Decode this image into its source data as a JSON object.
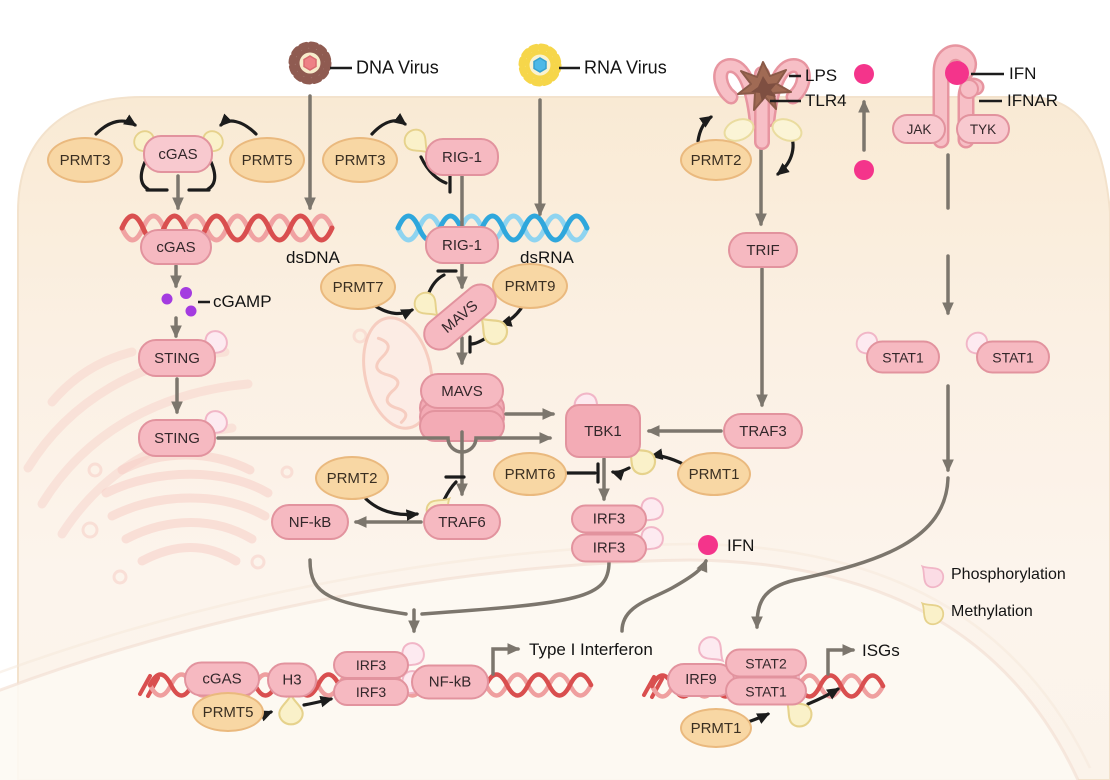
{
  "palette": {
    "cell_fill": "#faecd8",
    "box_pink": "#f6b9c1",
    "box_border": "#e2939e",
    "oval_tan": "#f8d7a4",
    "oval_border": "#eab97e",
    "arrow_gray": "#7c766d",
    "arrow_black": "#1c1c1c",
    "dna_red": "#d94f4f",
    "rna_blue": "#2fa7dc",
    "cgamp_purple": "#a43be0",
    "ifn_pink": "#f4348b",
    "phosphorylation_drop": "#fbdce5",
    "methylation_drop": "#faf1c9",
    "dna_virus_capsid": "#8f5b51",
    "rna_virus_capsid": "#f6d64a"
  },
  "viruses": {
    "dna": "DNA Virus",
    "rna": "RNA Virus"
  },
  "annotations": {
    "dsdna": "dsDNA",
    "dsrna": "dsRNA",
    "cgamp": "cGAMP",
    "lps": "LPS",
    "tlr4": "TLR4",
    "ifn_receptor": "IFN",
    "ifnar": "IFNAR",
    "ifn_nuclear": "IFN",
    "type1_interferon": "Type I Interferon",
    "isgs": "ISGs"
  },
  "legend": {
    "phosphorylation": "Phosphorylation",
    "methylation": "Methylation"
  },
  "nodes": {
    "prmt3_cgas": "PRMT3",
    "cgas_sensor": "cGAS",
    "prmt5_cgas": "PRMT5",
    "cgas_dna": "cGAS",
    "sting_er": "STING",
    "sting_golgi": "STING",
    "prmt3_rig": "PRMT3",
    "rig1_sensor": "RIG-1",
    "rig1_rna": "RIG-1",
    "prmt7": "PRMT7",
    "prmt9": "PRMT9",
    "mavs_tilted": "MAVS",
    "mavs_stack": "MAVS",
    "prmt2_traf6": "PRMT2",
    "traf6": "TRAF6",
    "nfkb_cyto": "NF-kB",
    "tbk1": "TBK1",
    "prmt6": "PRMT6",
    "prmt1_tbk1": "PRMT1",
    "traf3": "TRAF3",
    "trif": "TRIF",
    "irf3_upper": "IRF3",
    "irf3_lower": "IRF3",
    "prmt2_tlr4": "PRMT2",
    "jak": "JAK",
    "tyk": "TYK",
    "stat1_left": "STAT1",
    "stat1_right": "STAT1",
    "nuc_cgas": "cGAS",
    "nuc_prmt5": "PRMT5",
    "nuc_h3": "H3",
    "nuc_irf3_upper": "IRF3",
    "nuc_irf3_lower": "IRF3",
    "nuc_nfkb": "NF-kB",
    "nuc_irf9": "IRF9",
    "nuc_stat2": "STAT2",
    "nuc_stat1": "STAT1",
    "nuc_prmt1": "PRMT1"
  }
}
